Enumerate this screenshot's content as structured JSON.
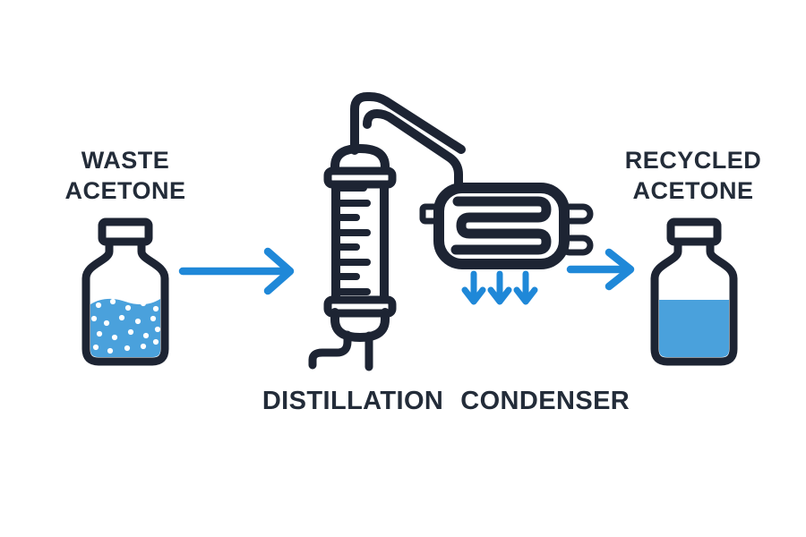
{
  "colors": {
    "background": "#ffffff",
    "outline": "#1d2433",
    "text": "#232c39",
    "accent_blue": "#1f88d8",
    "liquid_blue": "#4aa1dc",
    "dot_white": "#ffffff"
  },
  "labels": {
    "waste_acetone": {
      "line1": "WASTE",
      "line2": "ACETONE"
    },
    "recycled_acetone": {
      "line1": "RECYCLED",
      "line2": "ACETONE"
    },
    "process": {
      "word1": "DISTILLATION",
      "word2": "CONDENSER"
    }
  },
  "icons": {
    "waste_bottle": "bottle-with-impure-liquid-icon",
    "input_flow": "arrow-right-icon",
    "column": "distillation-column-icon",
    "vapor_pipe": "vapor-pipe-icon",
    "condenser": "condenser-coil-icon",
    "condensate_flow": "triple-arrow-down-icon",
    "output_flow": "arrow-right-icon",
    "recycled_bottle": "bottle-with-clean-liquid-icon"
  }
}
